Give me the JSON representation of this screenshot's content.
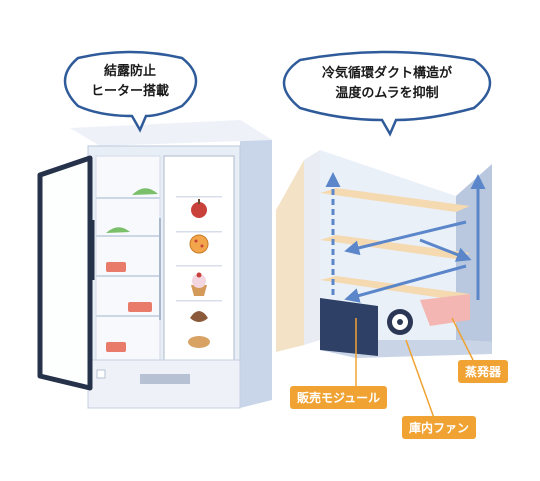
{
  "bubbles": {
    "left": {
      "line1": "結露防止",
      "line2": "ヒーター搭載"
    },
    "right": {
      "line1": "冷気循環ダクト構造が",
      "line2": "温度のムラを抑制"
    }
  },
  "labels": {
    "vending_module": "販売モジュール",
    "fan": "庫内ファン",
    "evaporator": "蒸発器"
  },
  "colors": {
    "bubble_border": "#2f5b9a",
    "label_orange": "#f0a233",
    "airflow_blue": "#5b86c9",
    "shelf_tan": "#f5d9b0"
  }
}
